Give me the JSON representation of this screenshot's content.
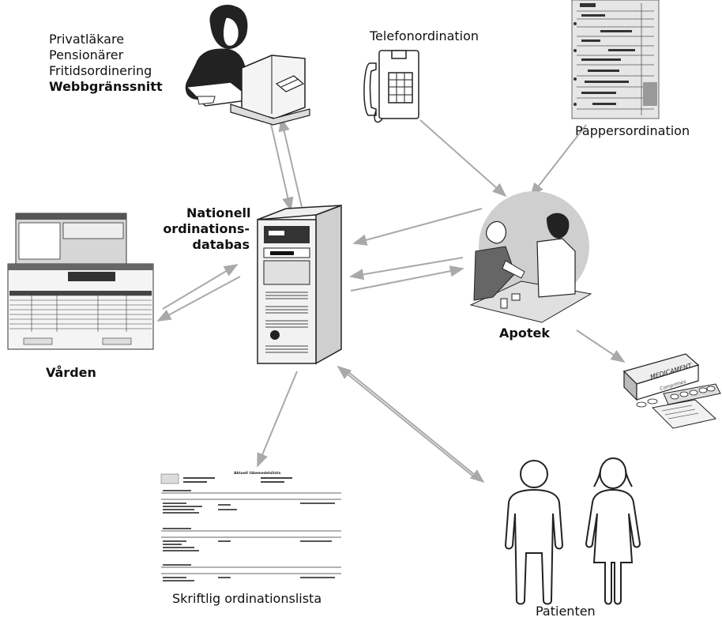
{
  "labels": {
    "private_doctor": "Privatläkare",
    "pensioners": "Pensionärer",
    "leisure_prescribing": "Fritidsordinering",
    "web_interface": "Webbgränssnitt",
    "phone_prescription": "Telefonordination",
    "paper_prescription": "Pappersordination",
    "central_db_line1": "Nationell",
    "central_db_line2": "ordinations-",
    "central_db_line3": "databas",
    "pharmacy": "Apotek",
    "care": "Vården",
    "written_list": "Skriftlig ordinationslista",
    "patients": "Patienten"
  },
  "medicine_box": {
    "brand": "MEDICAMENT",
    "sub": "Comprimes"
  },
  "document": {
    "title": "Aktuell läkemedelslista"
  },
  "colors": {
    "arrow": "#a9a9a9",
    "ink": "#111111",
    "server_body": "#e8e8e8",
    "pharmacy_bg": "#cfcfcf"
  }
}
